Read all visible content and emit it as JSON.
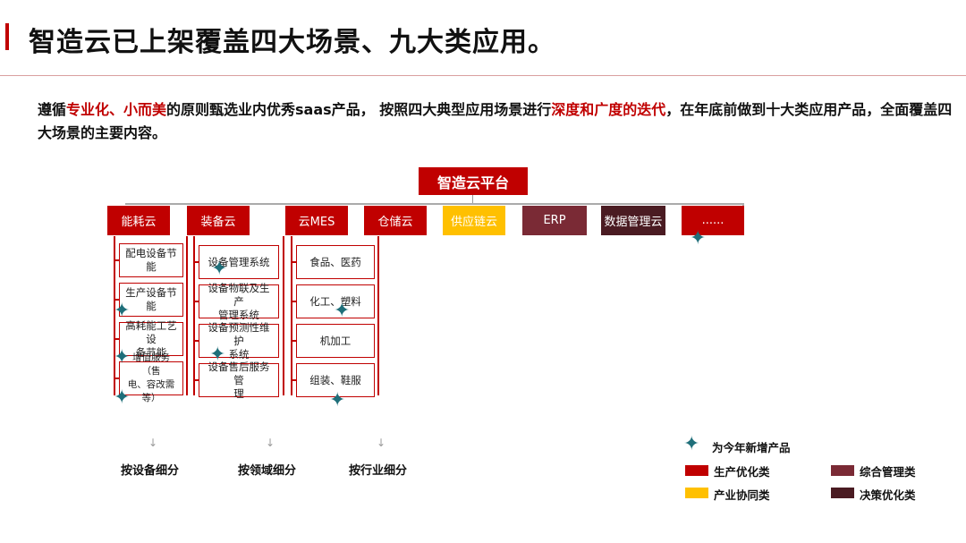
{
  "title": "智造云已上架覆盖四大场景、九大类应用。",
  "intro": {
    "p1": "遵循",
    "h1": "专业化、小而美",
    "p2": "的原则甄选业内优秀saas产品，  按照四大典型应用场景进行",
    "h2": "深度和广度的迭代",
    "p3": "，在年底前做到十大类应用产品，全面覆盖四大场景的主要内容。"
  },
  "platform": "智造云平台",
  "categories": [
    {
      "label": "能耗云",
      "color": "#c00000"
    },
    {
      "label": "装备云",
      "color": "#c00000"
    },
    {
      "label": "云MES",
      "color": "#c00000"
    },
    {
      "label": "仓储云",
      "color": "#c00000"
    },
    {
      "label": "供应链云",
      "color": "#ffc000"
    },
    {
      "label": "ERP",
      "color": "#7a2a35"
    },
    {
      "label": "数据管理云",
      "color": "#4a1b22"
    },
    {
      "label": "......",
      "color": "#c00000"
    }
  ],
  "columns": {
    "energy": [
      [
        "配电设备节",
        "能"
      ],
      [
        "生产设备节",
        "能"
      ],
      [
        "高耗能工艺设",
        "备节能"
      ],
      [
        "增值服务（售",
        "电、容改需等）"
      ]
    ],
    "equipment": [
      [
        "设备管理系统"
      ],
      [
        "设备物联及生产",
        "管理系统"
      ],
      [
        "设备预测性维护",
        "系统"
      ],
      [
        "设备售后服务管",
        "理"
      ]
    ],
    "mes": [
      [
        "食品、医药"
      ],
      [
        "化工、塑料"
      ],
      [
        "机加工"
      ],
      [
        "组装、鞋服"
      ]
    ]
  },
  "splits": [
    "按设备细分",
    "按领域细分",
    "按行业细分"
  ],
  "arrow_glyph": "↓",
  "star_glyph": "✦",
  "legend": {
    "new_product": "为今年新增产品",
    "production": {
      "label": "生产优化类",
      "color": "#c00000"
    },
    "industry": {
      "label": "产业协同类",
      "color": "#ffc000"
    },
    "management": {
      "label": "综合管理类",
      "color": "#7a2a35"
    },
    "decision": {
      "label": "决策优化类",
      "color": "#4a1b22"
    }
  }
}
